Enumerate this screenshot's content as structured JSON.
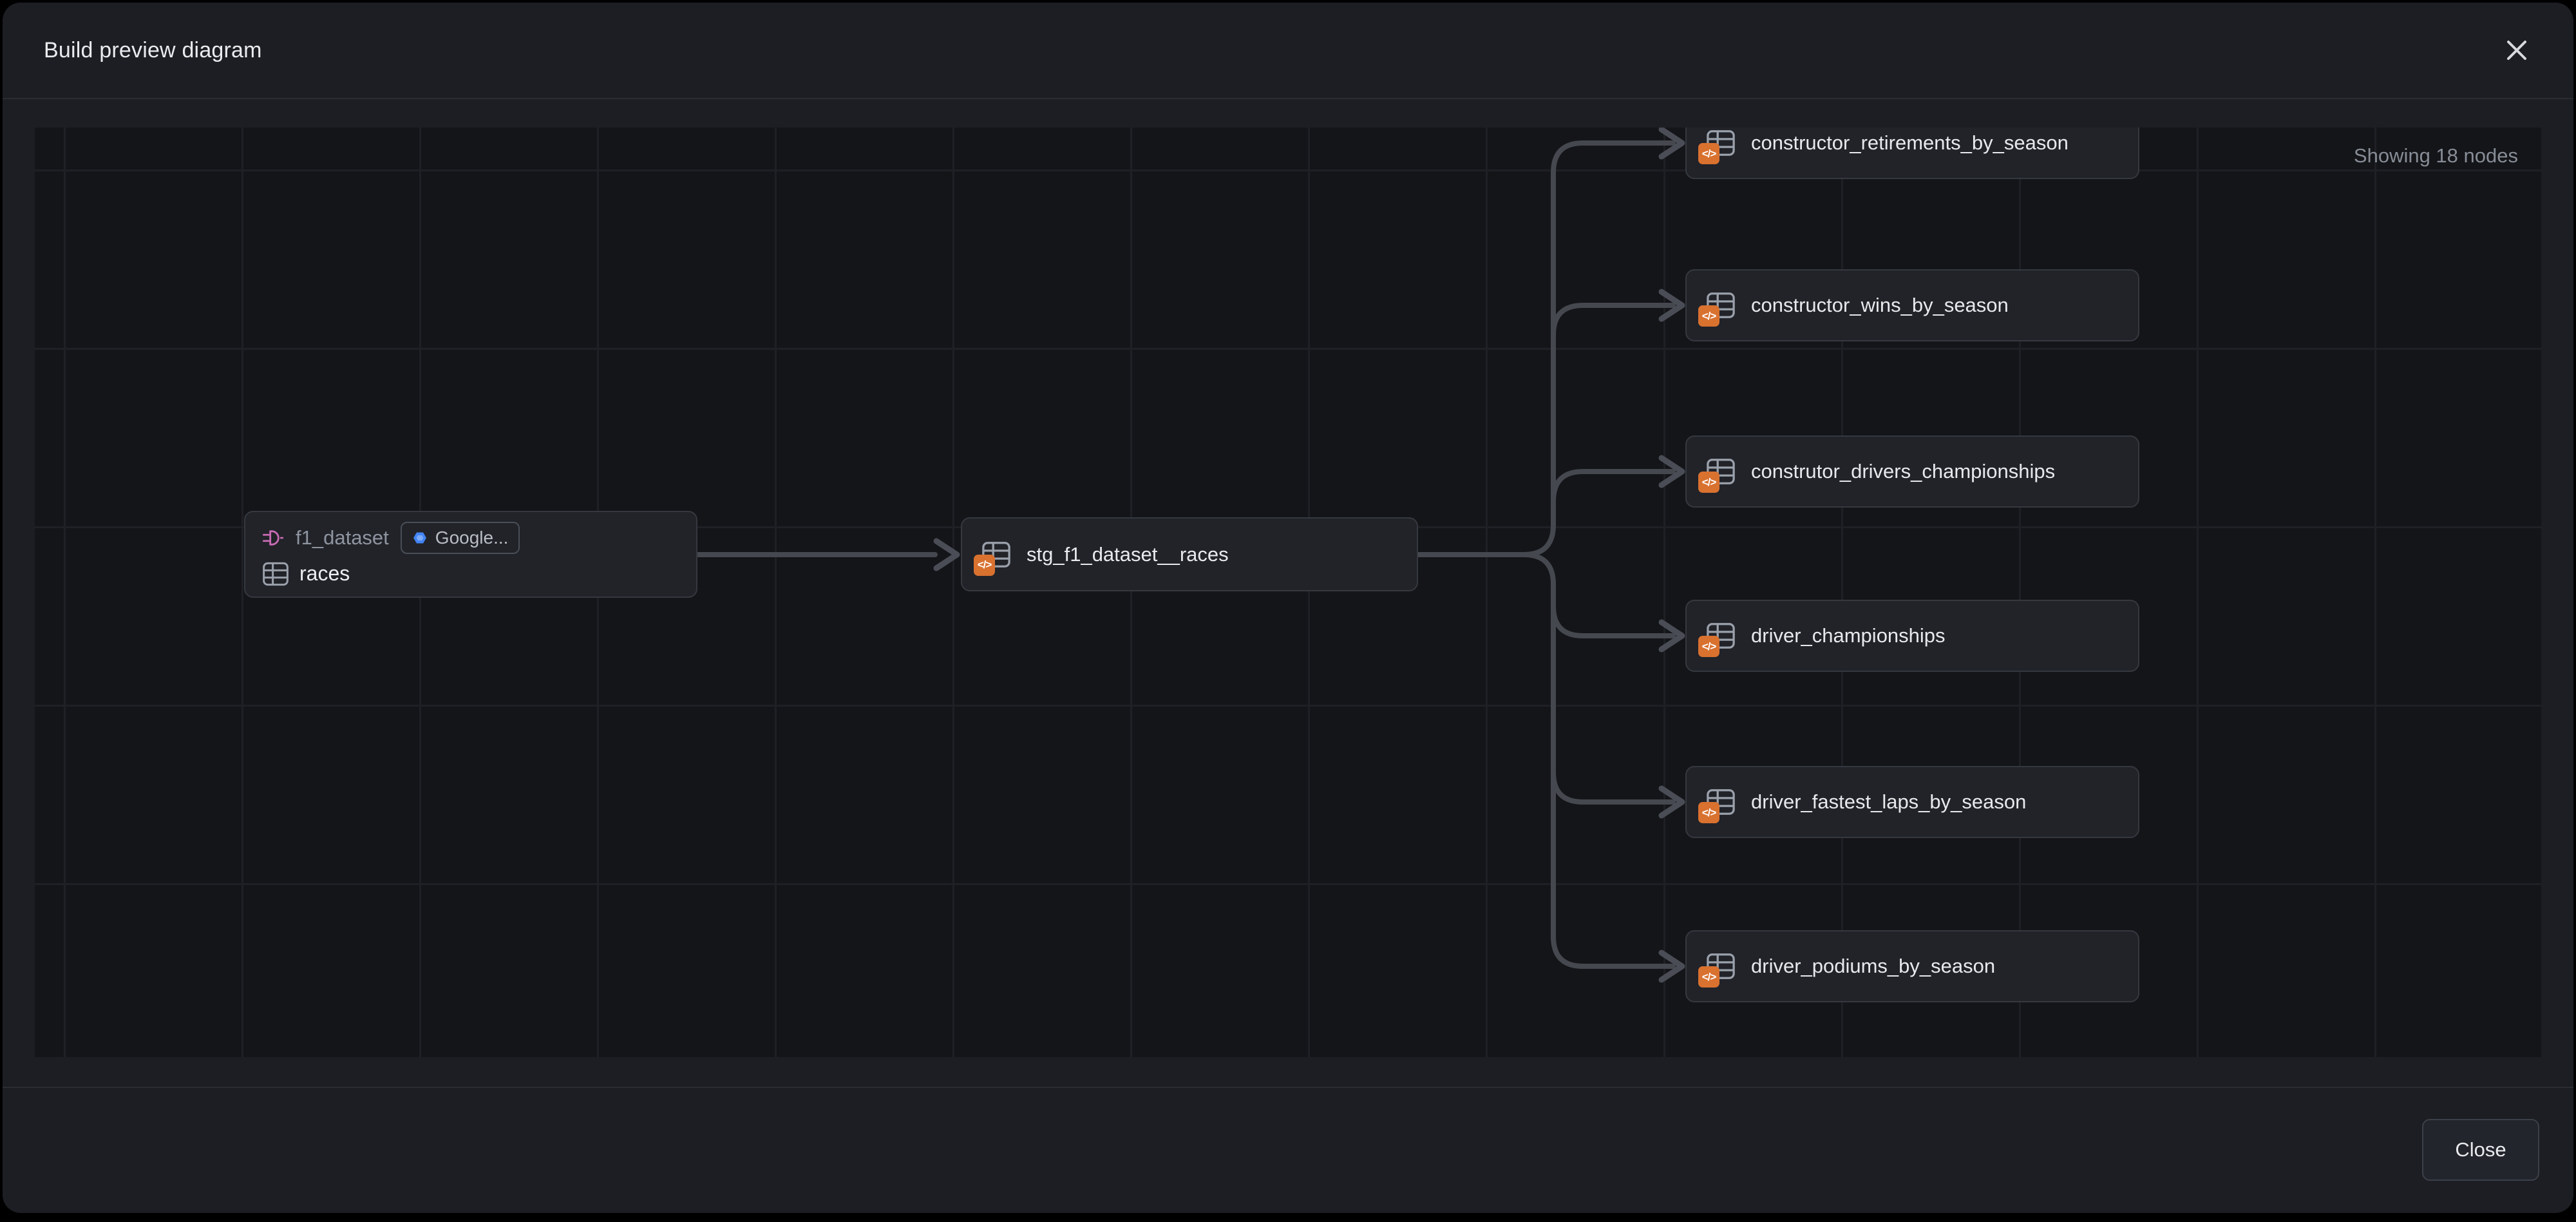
{
  "dialog": {
    "title": "Build preview diagram",
    "close_button": "Close"
  },
  "canvas": {
    "status": "Showing 18 nodes"
  },
  "diagram": {
    "source_node": {
      "schema": "f1_dataset",
      "connection_badge": "Google...",
      "table": "races"
    },
    "staging_node": {
      "label": "stg_f1_dataset__races"
    },
    "target_nodes": [
      {
        "label": "constructor_retirements_by_season"
      },
      {
        "label": "constructor_wins_by_season"
      },
      {
        "label": "construtor_drivers_championships"
      },
      {
        "label": "driver_championships"
      },
      {
        "label": "driver_fastest_laps_by_season"
      },
      {
        "label": "driver_podiums_by_season"
      }
    ],
    "code_badge_glyph": "</>",
    "icons": {
      "source": "plug-icon",
      "table": "table-icon",
      "connection": "hexagon-icon",
      "model": "code-badge-icon"
    }
  },
  "colors": {
    "accent_orange": "#d9712f",
    "source_pink": "#c96bb4",
    "google_blue": "#4285f4",
    "edge": "#45484f",
    "canvas_bg": "#141519",
    "modal_bg": "#1c1e23"
  }
}
